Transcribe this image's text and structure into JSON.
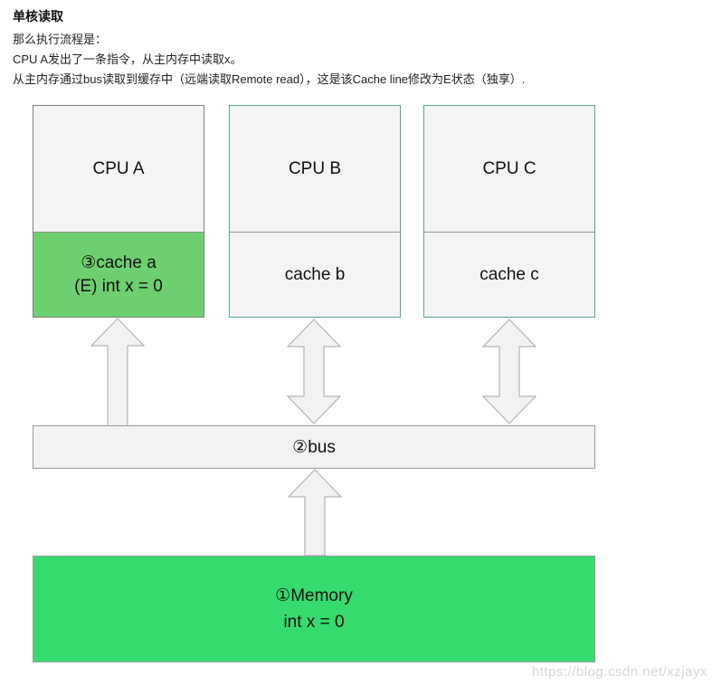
{
  "page": {
    "title": "单核读取",
    "paragraph": [
      "那么执行流程是：",
      "CPU A发出了一条指令，从主内存中读取x。",
      "从主内存通过bus读取到缓存中（远端读取Remote read），这是该Cache line修改为E状态（独享）."
    ]
  },
  "diagram": {
    "cpus": [
      {
        "label": "CPU A",
        "cache_label": "③cache a",
        "cache_value": "(E) int x = 0",
        "cache_highlighted": true
      },
      {
        "label": "CPU B",
        "cache_label": "cache b",
        "cache_highlighted": false
      },
      {
        "label": "CPU C",
        "cache_label": "cache c",
        "cache_highlighted": false
      }
    ],
    "bus_label": "②bus",
    "memory_label": "①Memory",
    "memory_value": "int x = 0",
    "colors": {
      "cache_highlight_green": "#6ecf70",
      "memory_green": "#35db6e",
      "box_fill": "#f4f4f4",
      "arrow_fill": "#f2f2f2",
      "arrow_stroke": "#b4b4b4",
      "teal_border": "#55a79c",
      "gray_border": "#7f7f7f",
      "divider_gray": "#8f8f8f",
      "bus_border": "#9a9a9a",
      "watermark_gray": "#d6d6d6"
    }
  },
  "watermark": "https://blog.csdn.net/xzjayx"
}
